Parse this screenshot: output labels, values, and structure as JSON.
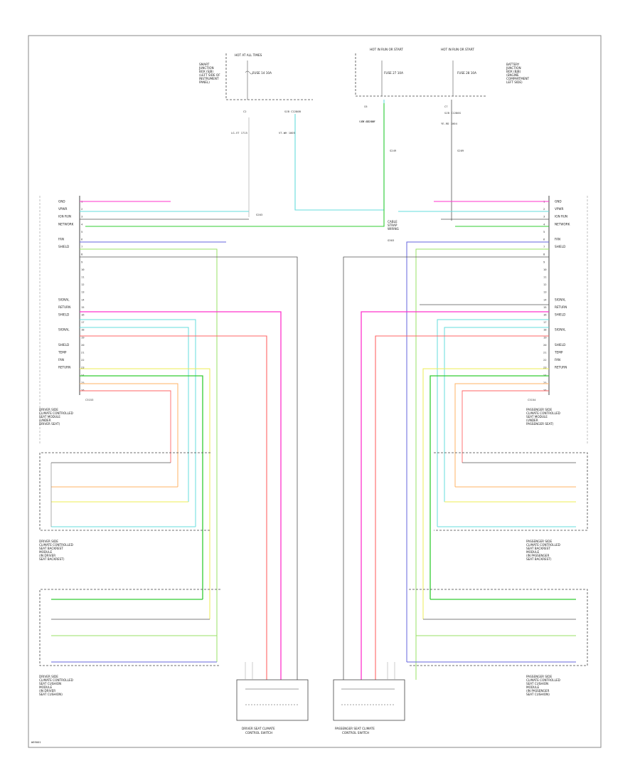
{
  "diagram_title": "",
  "figure_code": "W09001",
  "colors": {
    "pink": "#ff33cc",
    "red": "#ff6666",
    "green": "#33cc33",
    "lightgreen": "#99e066",
    "cyan": "#66dddd",
    "blue": "#6666dd",
    "orange": "#ffb366",
    "yellow": "#eeee55",
    "gray": "#555555"
  },
  "top_boxes": {
    "left": {
      "title": "HOT AT ALL TIMES",
      "fuse": "FUSE 14 10A",
      "desc": [
        "SMART",
        "JUNCTION",
        "BOX (SJB)",
        "(LEFT SIDE OF",
        "INSTRUMENT",
        "PANEL)"
      ],
      "pin": "C2",
      "conn": "SJB C2280B"
    },
    "mid": {
      "title": "HOT IN RUN OR START",
      "fuse": "FUSE 27 10A",
      "pin": "C6",
      "conn": "SJB C2280F"
    },
    "right": {
      "title": "HOT IN RUN OR START",
      "fuse": "FUSE 28 10A",
      "pin": "C7",
      "conn": "SJB C2280G",
      "desc": [
        "BATTERY",
        "JUNCTION",
        "BOX (BJB)",
        "(ENGINE",
        "COMPARTMENT",
        "LEFT SIDE)"
      ]
    }
  },
  "splices": [
    "S249",
    "S209",
    "S203"
  ],
  "wire_tags_top": [
    "LG-VT 1715",
    "VT-WH 1005",
    "GY-OG 15",
    "YE-RD 1004"
  ],
  "driver_module": {
    "name": [
      "DRIVER SIDE",
      "CLIMATE CONTROLLED",
      "SEAT MODULE",
      "(UNDER",
      "DRIVER SEAT)"
    ],
    "connector": "C3153",
    "pins": [
      "1",
      "2",
      "3",
      "4",
      "5",
      "6",
      "7",
      "8",
      "9",
      "10",
      "11",
      "12",
      "13",
      "14",
      "15",
      "16",
      "17",
      "18",
      "19",
      "20",
      "21",
      "22",
      "23",
      "24",
      "25",
      "26"
    ],
    "left_labels": [
      "GND",
      "VPWR",
      "IGN RUN",
      "NETWORK",
      "",
      "FAN",
      "SHIELD",
      "",
      "",
      "",
      "",
      "",
      "",
      "SIGNAL",
      "RETURN",
      "SHIELD",
      "",
      "SIGNAL",
      "",
      "SHIELD",
      "TEMP",
      "FAN",
      "RETURN"
    ]
  },
  "passenger_module": {
    "name": [
      "PASSENGER SIDE",
      "CLIMATE CONTROLLED",
      "SEAT MODULE",
      "(UNDER",
      "PASSENGER SEAT)"
    ],
    "connector": "C3154"
  },
  "ground": {
    "label": "G303",
    "note": [
      "CABLE",
      "STRAP",
      "WIRING"
    ]
  },
  "driver_seat_back": [
    "DRIVER SIDE",
    "CLIMATE CONTROLLED",
    "SEAT BACKREST",
    "MODULE",
    "(IN DRIVER",
    "SEAT BACKREST)"
  ],
  "driver_seat_cushion": [
    "DRIVER SIDE",
    "CLIMATE CONTROLLED",
    "SEAT CUSHION",
    "MODULE",
    "(IN DRIVER",
    "SEAT CUSHION)"
  ],
  "passenger_seat_back": [
    "PASSENGER SIDE",
    "CLIMATE CONTROLLED",
    "SEAT BACKREST",
    "MODULE",
    "(IN PASSENGER",
    "SEAT BACKREST)"
  ],
  "passenger_seat_cushion": [
    "PASSENGER SIDE",
    "CLIMATE CONTROLLED",
    "SEAT CUSHION",
    "MODULE",
    "(IN PASSENGER",
    "SEAT CUSHION)"
  ],
  "driver_switch": [
    "DRIVER SEAT CLIMATE",
    "CONTROL SWITCH"
  ],
  "passenger_switch": [
    "PASSENGER SEAT CLIMATE",
    "CONTROL SWITCH"
  ]
}
